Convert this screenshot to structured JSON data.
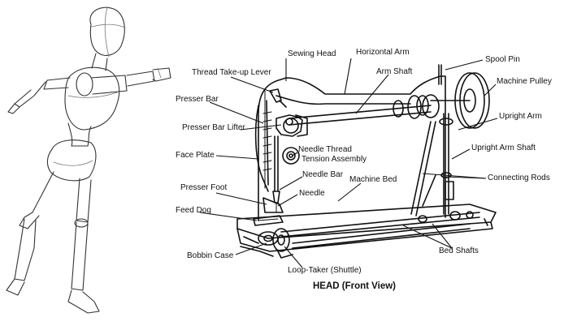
{
  "diagram": {
    "title": "HEAD (Front View)",
    "labels": {
      "sewing_head": "Sewing Head",
      "horizontal_arm": "Horizontal Arm",
      "spool_pin": "Spool Pin",
      "thread_takeup_lever": "Thread Take-up Lever",
      "arm_shaft": "Arm Shaft",
      "machine_pulley": "Machine Pulley",
      "presser_bar": "Presser Bar",
      "upright_arm": "Upright Arm",
      "presser_bar_lifter": "Presser Bar Lifter",
      "upright_arm_shaft": "Upright Arm Shaft",
      "needle_thread_tension_1": "Needle Thread",
      "needle_thread_tension_2": "Tension Assembly",
      "face_plate": "Face Plate",
      "needle_bar": "Needle Bar",
      "machine_bed": "Machine Bed",
      "connecting_rods": "Connecting Rods",
      "presser_foot": "Presser Foot",
      "needle": "Needle",
      "feed_dog": "Feed Dog",
      "bed_shafts": "Bed Shafts",
      "bobbin_case": "Bobbin Case",
      "loop_taker": "Loop-Taker (Shuttle)"
    }
  }
}
